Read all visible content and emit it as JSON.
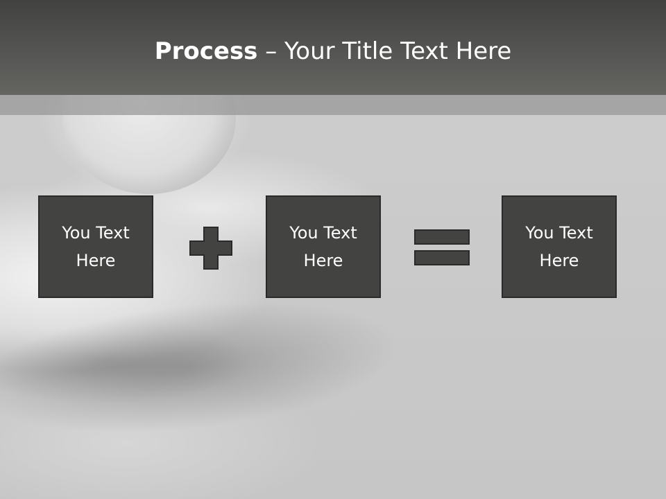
{
  "slide": {
    "title_bold": "Process",
    "title_rest": " – Your Title Text Here"
  },
  "process": {
    "steps": [
      {
        "line1": "You Text",
        "line2": "Here"
      },
      {
        "line1": "You Text",
        "line2": "Here"
      },
      {
        "line1": "You Text",
        "line2": "Here"
      }
    ],
    "operators": [
      "plus-icon",
      "equals-icon"
    ]
  },
  "colors": {
    "header": "#555553",
    "box_fill": "#434342",
    "box_border": "#2a2a2a",
    "background": "#c9c9c9",
    "text": "#ffffff"
  }
}
